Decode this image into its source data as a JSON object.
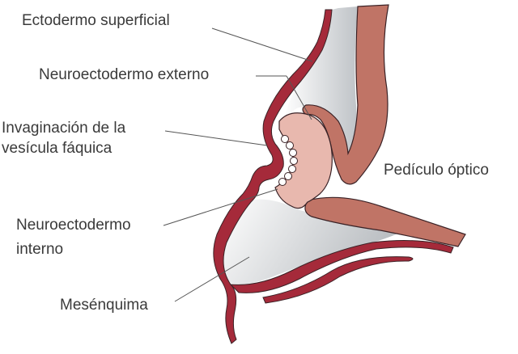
{
  "diagram": {
    "labels": {
      "ectodermo_superficial": "Ectodermo superficial",
      "neuroectodermo_externo": "Neuroectodermo externo",
      "invaginacion_line1": "Invaginación de la",
      "invaginacion_line2": "vesícula fáquica",
      "pediculo_optico": "Pedículo óptico",
      "neuroectodermo_interno_line1": "Neuroectodermo",
      "neuroectodermo_interno_line2": "interno",
      "mesenquima": "Mesénquima"
    },
    "colors": {
      "ectoderm": "#a52a3a",
      "stalk": "#c07466",
      "optic_cup_inner": "#e8b8ae",
      "mesenchyme_gray": "#cfd2d6",
      "outline": "#3a2226",
      "leader_line": "#555555",
      "text": "#3a3a3a"
    }
  }
}
